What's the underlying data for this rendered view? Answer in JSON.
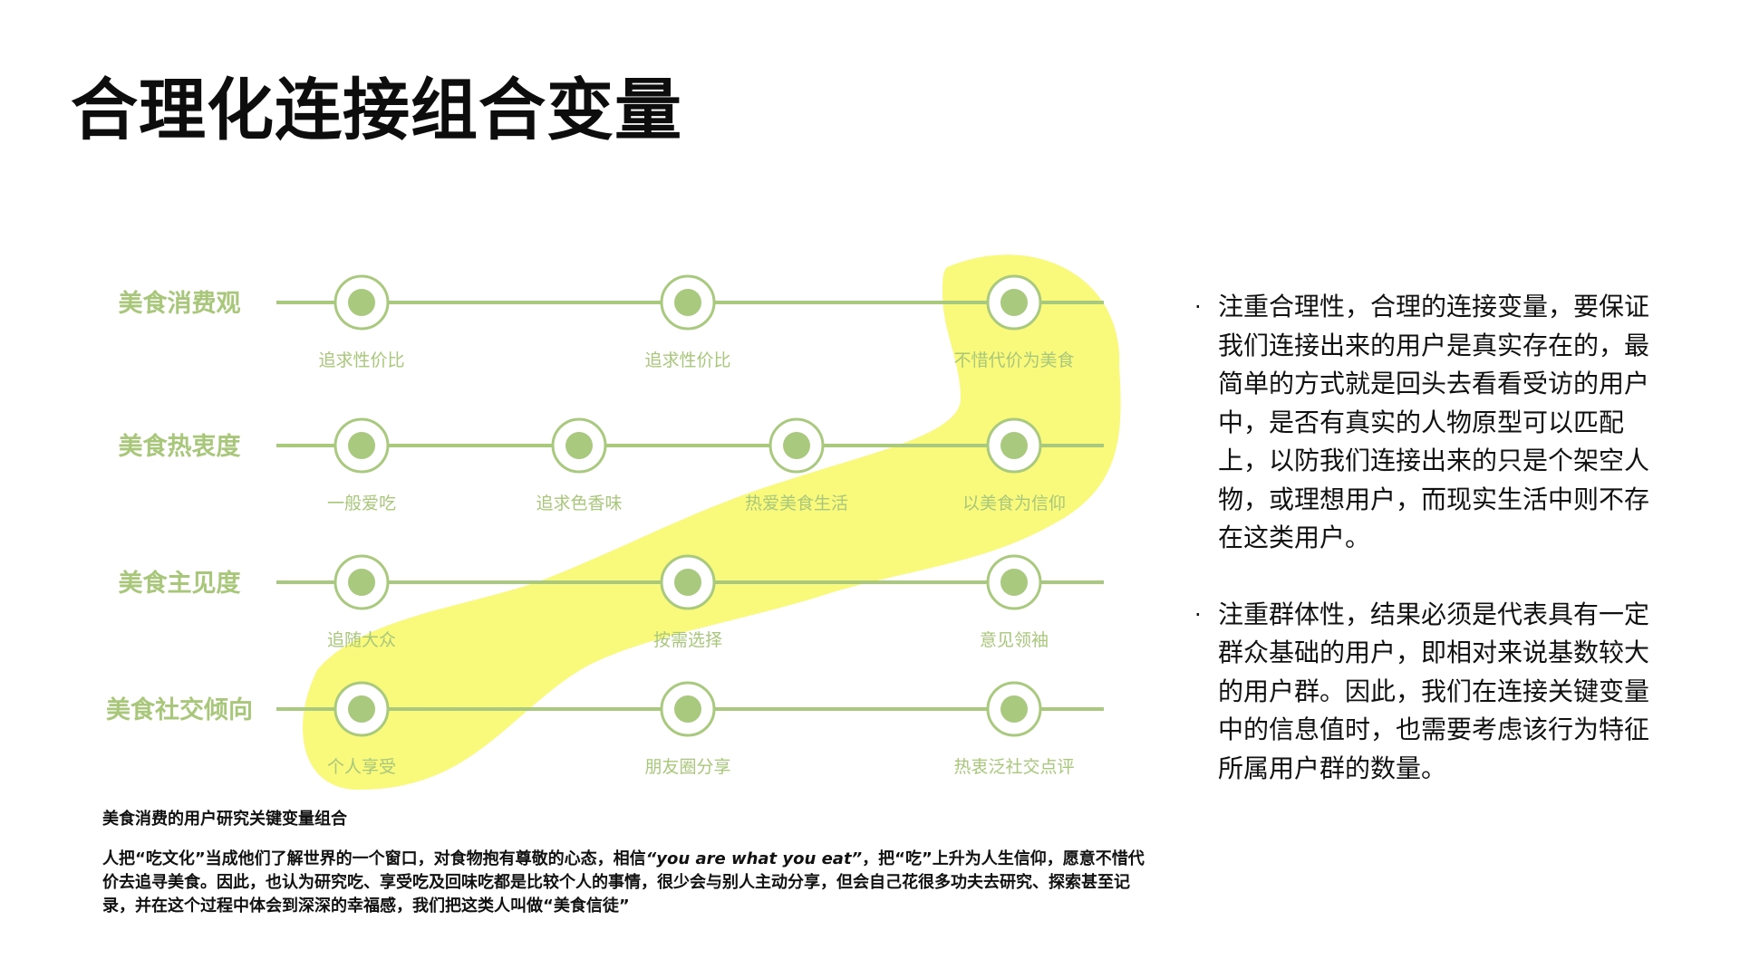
{
  "title": "合理化连接组合变量",
  "colors": {
    "accent": "#a9c97e",
    "label": "#a8c77a",
    "highlight": "#f9f871",
    "text": "#111111"
  },
  "diagram": {
    "rows": [
      {
        "label": "美食消费观",
        "nodes": [
          "追求性价比",
          "追求性价比",
          "不惜代价为美食"
        ]
      },
      {
        "label": "美食热衷度",
        "nodes": [
          "一般爱吃",
          "追求色香味",
          "热爱美食生活",
          "以美食为信仰"
        ]
      },
      {
        "label": "美食主见度",
        "nodes": [
          "追随大众",
          "按需选择",
          "意见领袖"
        ]
      },
      {
        "label": "美食社交倾向",
        "nodes": [
          "个人享受",
          "朋友圈分享",
          "热衷泛社交点评"
        ]
      }
    ],
    "highlighted_path": [
      "不惜代价为美食",
      "以美食为信仰",
      "按需选择",
      "个人享受"
    ]
  },
  "caption": "美食消费的用户研究关键变量组合",
  "description": {
    "part1": "人把“吃文化”当成他们了解世界的一个窗口，对食物抱有尊敬的心态，相信",
    "quote": "“you are what you eat”",
    "part2": "，把“吃”上升为人生信仰，愿意不惜代价去追寻美食。因此，也认为研究吃、享受吃及回味吃都是比较个人的事情，很少会与别人主动分享，但会自己花很多功夫去研究、探索甚至记录，并在这个过程中体会到深深的幸福感，我们把这类人叫做“美食信徒”"
  },
  "notes": [
    {
      "bullet": "·",
      "text": "注重合理性，合理的连接变量，要保证我们连接出来的用户是真实存在的，最简单的方式就是回头去看看受访的用户中，是否有真实的人物原型可以匹配上，以防我们连接出来的只是个架空人物，或理想用户，而现实生活中则不存在这类用户。"
    },
    {
      "bullet": "·",
      "text": "注重群体性，结果必须是代表具有一定群众基础的用户，即相对来说基数较大的用户群。因此，我们在连接关键变量中的信息值时，也需要考虑该行为特征所属用户群的数量。"
    }
  ]
}
